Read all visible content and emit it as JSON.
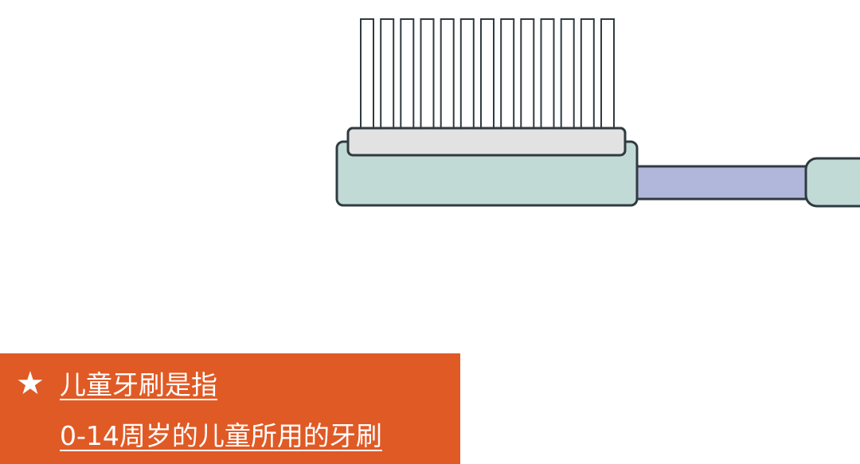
{
  "illustration": {
    "subject": "toothbrush-head",
    "colors": {
      "outline": "#2f3b40",
      "head": "#c2dad6",
      "bristle_base": "#e2e2e2",
      "bristles": "#ffffff",
      "neck": "#b1b7da",
      "handle": "#c2dad6"
    },
    "bristle_count": 13
  },
  "caption": {
    "background": "#e05a25",
    "text_color": "#ffffff",
    "icon": "star-icon",
    "star_glyph": "★",
    "line1": "儿童牙刷是指",
    "line2": "0-14周岁的儿童所用的牙刷"
  }
}
